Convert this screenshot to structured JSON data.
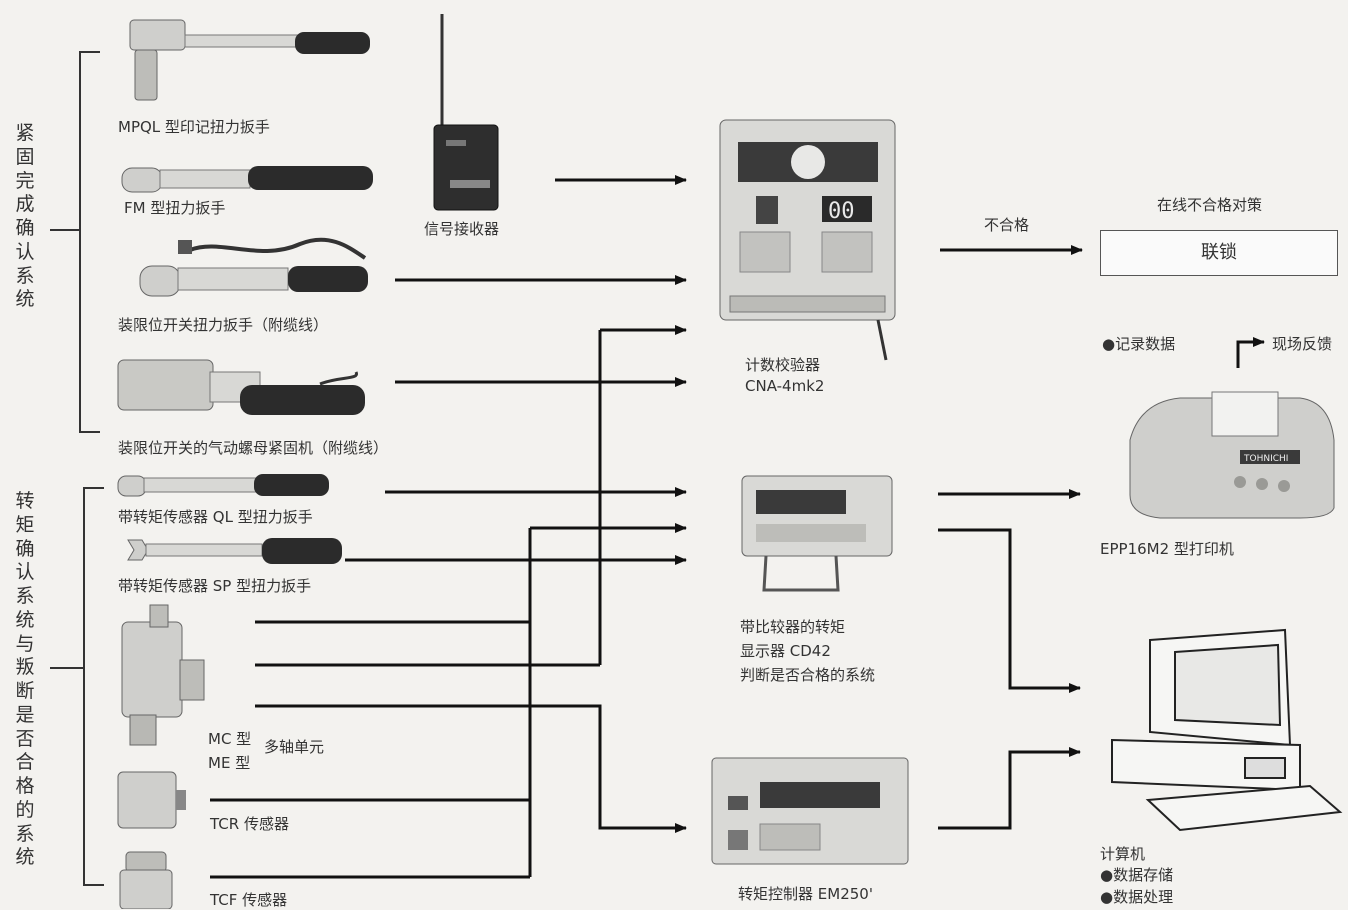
{
  "groups": {
    "fastening": "紧固完成确认系统",
    "torque": "转矩确认系统与叛断是否合格的系统"
  },
  "tools": {
    "mpql": "MPQL 型印记扭力扳手",
    "fm": "FM 型扭力扳手",
    "limit_switch": "装限位开关扭力扳手（附缆线）",
    "pneumatic": "装限位开关的气动螺母紧固机（附缆线）",
    "ql": "带转矩传感器 QL 型扭力扳手",
    "sp": "带转矩传感器 SP 型扭力扳手",
    "mc": "MC 型",
    "me": "ME 型",
    "multi_axis": "多轴单元",
    "tcr": "TCR 传感器",
    "tcf": "TCF 传感器"
  },
  "receiver": "信号接收器",
  "cna": {
    "line1": "计数校验器",
    "line2": "CNA-4mk2",
    "display": "00"
  },
  "cd42": {
    "line1": "带比较器的转矩",
    "line2": "显示器 CD42",
    "line3": "判断是否合格的系统"
  },
  "em250": "转矩控制器 EM250'",
  "fail": {
    "arrow_label": "不合格",
    "title": "在线不合格对策",
    "interlock": "联锁"
  },
  "printer": {
    "record": "●记录数据",
    "feedback": "现场反馈",
    "name": "EPP16M2 型打印机",
    "brand": "TOHNICHI"
  },
  "computer": {
    "title": "计算机",
    "item1": "●数据存储",
    "item2": "●数据处理"
  },
  "colors": {
    "line": "#111111",
    "device": "#d9d9d6",
    "panel": "#3a3a3a"
  }
}
